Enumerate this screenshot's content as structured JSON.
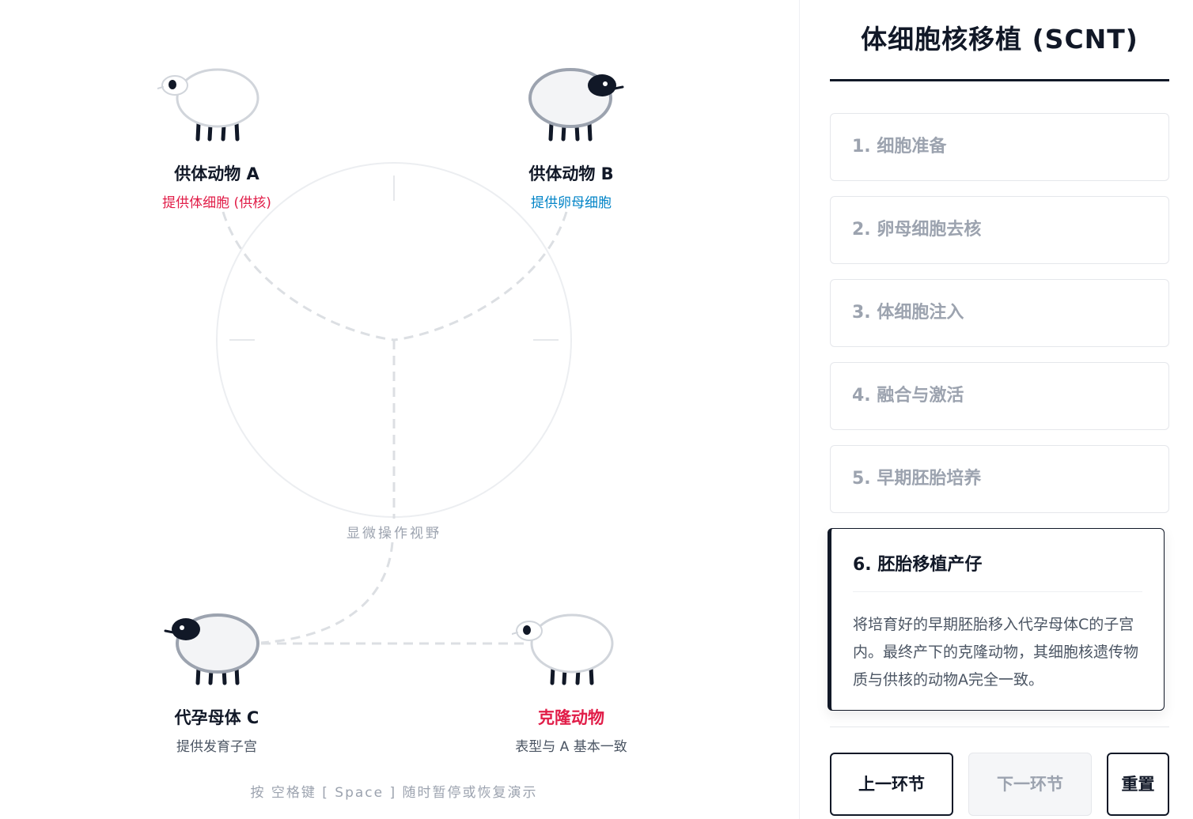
{
  "stage": {
    "animals": {
      "donor_a": {
        "name": "供体动物 A",
        "role": "提供体细胞 (供核)"
      },
      "donor_b": {
        "name": "供体动物 B",
        "role": "提供卵母细胞"
      },
      "surrogate_c": {
        "name": "代孕母体 C",
        "role": "提供发育子宫"
      },
      "clone": {
        "name": "克隆动物",
        "role": "表型与 A 基本一致"
      }
    },
    "scope_label": "显微操作视野",
    "hint": "按 空格键 [ Space ] 随时暂停或恢复演示"
  },
  "panel": {
    "title": "体细胞核移植 (SCNT)",
    "steps": [
      {
        "label": "1. 细胞准备"
      },
      {
        "label": "2. 卵母细胞去核"
      },
      {
        "label": "3. 体细胞注入"
      },
      {
        "label": "4. 融合与激活"
      },
      {
        "label": "5. 早期胚胎培养"
      },
      {
        "label": "6. 胚胎移植产仔",
        "description": "将培育好的早期胚胎移入代孕母体C的子宫内。最终产下的克隆动物，其细胞核遗传物质与供核的动物A完全一致。"
      }
    ],
    "active_step": 6,
    "controls": {
      "prev_label": "上一环节",
      "next_label": "下一环节",
      "reset_label": "重置"
    }
  },
  "colors": {
    "ink": "#111827",
    "donor_red": "#e11d48",
    "oocyte_blue": "#0284c7",
    "muted": "#9ca3af"
  }
}
